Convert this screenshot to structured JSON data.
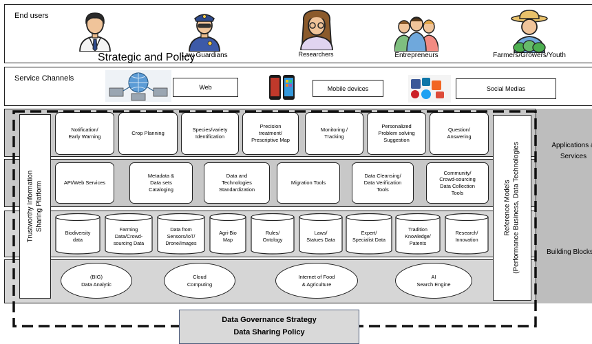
{
  "end_users": {
    "title": "End users",
    "items": [
      {
        "label": "Strategic and Policy",
        "icon": "businessman-icon"
      },
      {
        "label": "Law Guardians",
        "icon": "police-officer-icon"
      },
      {
        "label": "Researchers",
        "icon": "researcher-icon"
      },
      {
        "label": "Entrepreneurs",
        "icon": "entrepreneurs-group-icon"
      },
      {
        "label": "Farmers/Growers/Youth",
        "icon": "farmer-icon"
      }
    ]
  },
  "service_channels": {
    "title": "Service Channels",
    "items": [
      {
        "label": "Web",
        "icon": "globe-network-icon"
      },
      {
        "label": "Mobile devices",
        "icon": "smartphone-icon"
      },
      {
        "label": "Social Medias",
        "icon": "social-media-icon"
      }
    ]
  },
  "applications": [
    "Notification/\nEarly Warning",
    "Crop Planning",
    "Species/variety\nIdentification",
    "Precision\ntreatment/\nPrescriptive Map",
    "Monitoring /\nTracking",
    "Personalized\nProblem solving\nSuggestion",
    "Question/\nAnswering"
  ],
  "services": [
    "API/Web Services",
    "Metadata &\nData sets\nCataloging",
    "Data and\nTechnologies\nStandardization",
    "Migration Tools",
    "Data Cleansing/\nData Verification\nTools",
    "Community/\nCrowd-sourcing\nData Collection\nTools"
  ],
  "data_stores": [
    "Biodiversity\ndata",
    "Farming\nData/Crowd-\nsourcing Data",
    "Data from\nSensors/IoT/\nDrone/Images",
    "Agri-Bio\nMap",
    "Rules/\nOntology",
    "Laws/\nStatues Data",
    "Expert/\nSpecialist Data",
    "Tradition\nKnowledge/\nPatents",
    "Research/\nInnovation"
  ],
  "technologies": [
    "(BIG)\nData Analytic",
    "Cloud\nComputing",
    "Internet of Food\n& Agriculture",
    "AI\nSearch Engine"
  ],
  "left_panel": "Trustworthy Information\nSharing Platform",
  "right_panel": "Reference Models\n(Performance Business, Data Technologies",
  "side_labels": {
    "applications": "Applications &\nServices",
    "building_blocks": "Building Blocks"
  },
  "governance": {
    "line1": "Data Governance Strategy",
    "line2": "Data Sharing Policy"
  }
}
